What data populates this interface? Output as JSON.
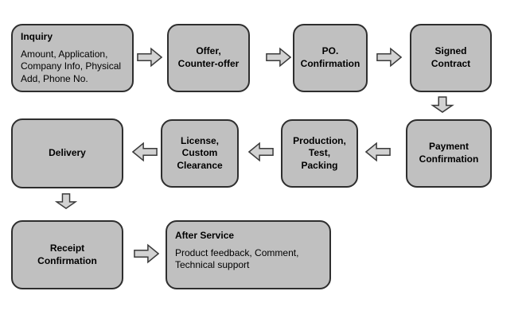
{
  "colors": {
    "background": "#ffffff",
    "box_fill": "#c0c0c0",
    "box_border": "#2e2e2e",
    "arrow_fill": "#d2d2d2",
    "arrow_border": "#3a3a3a",
    "text": "#000000"
  },
  "flowchart": {
    "boxes": {
      "inquiry": {
        "title": "Inquiry",
        "body": "Amount, Application,\nCompany Info, Physical\nAdd, Phone No."
      },
      "offer": {
        "label": "Offer,\nCounter-offer"
      },
      "po_confirmation": {
        "label": "PO.\nConfirmation"
      },
      "signed_contract": {
        "label": "Signed\nContract"
      },
      "payment_confirmation": {
        "label": "Payment\nConfirmation"
      },
      "production": {
        "label": "Production,\nTest,\nPacking"
      },
      "license": {
        "label": "License,\nCustom\nClearance"
      },
      "delivery": {
        "label": "Delivery"
      },
      "receipt_confirmation": {
        "label": "Receipt\nConfirmation"
      },
      "after_service": {
        "title": "After Service",
        "body": "Product feedback, Comment,\nTechnical support"
      }
    }
  }
}
